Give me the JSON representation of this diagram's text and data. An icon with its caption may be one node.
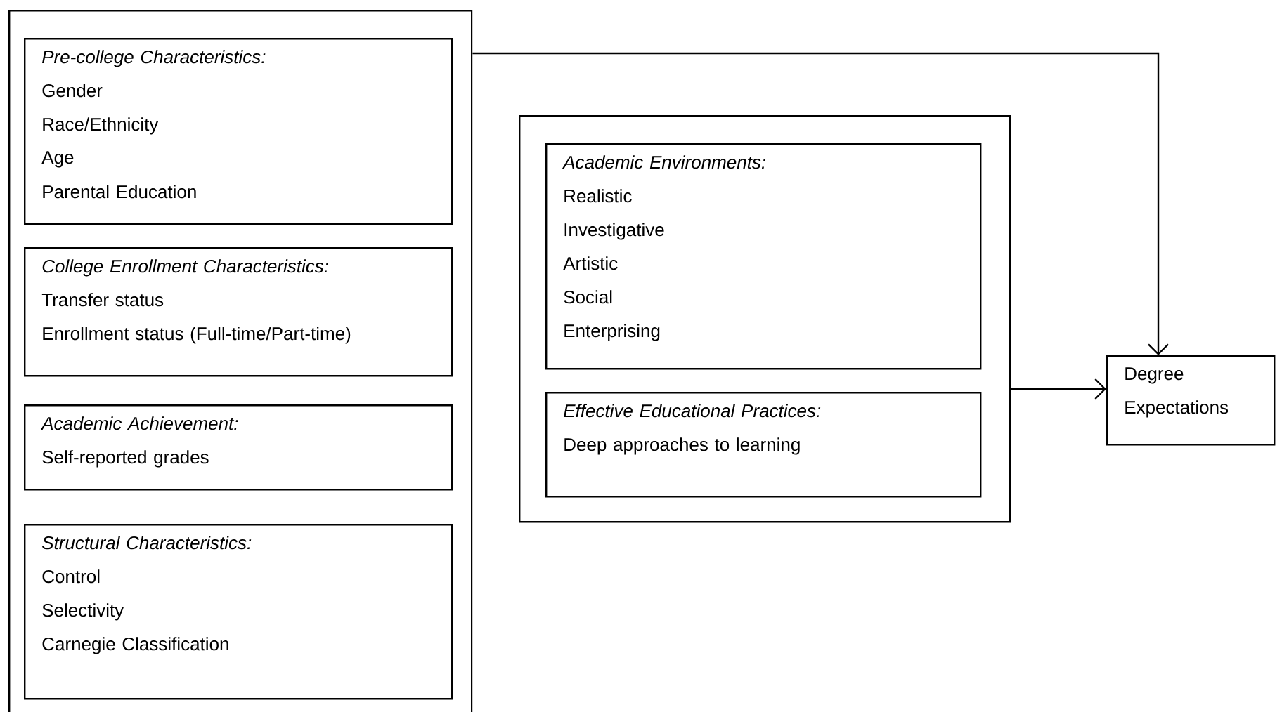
{
  "diagram": {
    "nodes": [
      {
        "text": [],
        "shape": "box"
      },
      {
        "text": [
          "Pre-college Characteristics:",
          "Gender",
          "Race/Ethnicity",
          "Age",
          "Parental Education"
        ],
        "in": 0
      },
      {
        "text": [
          "College Enrollment Characteristics:",
          "Transfer status",
          "Enrollment status (Full-time/Part-time)"
        ],
        "in": 0
      },
      {
        "text": [
          "Academic Achievement:",
          "Self-reported grades"
        ],
        "in": 0
      },
      {
        "text": [
          "Structural Characteristics:",
          "Control",
          "Selectivity",
          "Carnegie Classification"
        ],
        "in": 0
      },
      {
        "text": [],
        "shape": "box"
      },
      {
        "text": [
          "Academic Environments:",
          "Realistic",
          "Investigative",
          "Artistic",
          "Social",
          "Enterprising"
        ],
        "in": 5
      },
      {
        "text": [
          "Effective Educational Practices:",
          "Deep approaches to learning"
        ],
        "in": 5
      },
      {
        "text": [
          "Degree Expectations"
        ]
      }
    ],
    "edges": [
      {
        "from": 0,
        "to": 8,
        "arrow": "to"
      },
      {
        "from": 5,
        "to": 8,
        "arrow": "to"
      }
    ]
  }
}
